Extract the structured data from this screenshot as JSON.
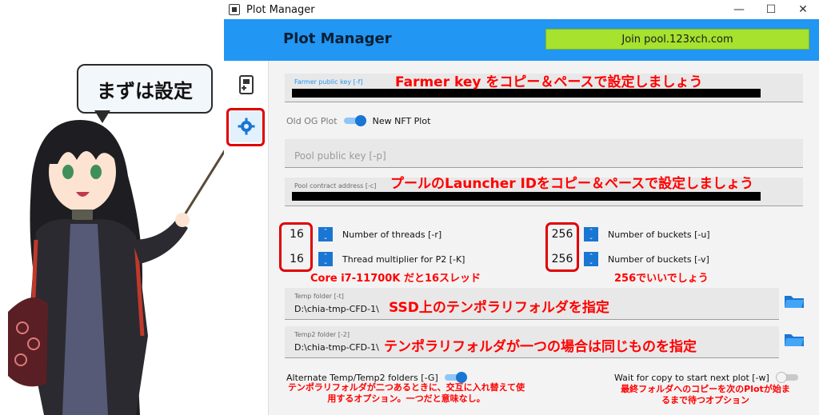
{
  "bubble": {
    "text": "まずは設定"
  },
  "window": {
    "title": "Plot Manager"
  },
  "header": {
    "title": "Plot Manager",
    "join_label": "Join pool.123xch.com"
  },
  "fields": {
    "farmer_key": {
      "label": "Farmer public key [-f]"
    },
    "pool_key": {
      "placeholder": "Pool public key [-p]"
    },
    "pool_contract": {
      "label": "Pool contract address [-c]"
    },
    "temp": {
      "label": "Temp folder [-t]",
      "value": "D:\\chia-tmp-CFD-1\\"
    },
    "temp2": {
      "label": "Temp2 folder [-2]",
      "value": "D:\\chia-tmp-CFD-1\\"
    }
  },
  "plot_switch": {
    "left_label": "Old OG Plot",
    "right_label": "New NFT Plot"
  },
  "numbers": {
    "threads": {
      "value": "16",
      "label": "Number of threads [-r]"
    },
    "multiplier": {
      "value": "16",
      "label": "Thread multiplier for P2 [-K]"
    },
    "buckets_u": {
      "value": "256",
      "label": "Number of buckets [-u]"
    },
    "buckets_v": {
      "value": "256",
      "label": "Number of buckets [-v]"
    }
  },
  "bottom": {
    "alternate_label": "Alternate Temp/Temp2 folders [-G]",
    "wait_label": "Wait for copy to start next plot [-w]"
  },
  "annotations": {
    "farmer": "Farmer key をコピー＆ペースで設定しましょう",
    "launcher": "プールのLauncher IDをコピー＆ペースで設定しましょう",
    "core": "Core i7-11700K だと16スレッド",
    "buckets": "256でいいでしょう",
    "ssd": "SSD上のテンポラリフォルダを指定",
    "temp2": "テンポラリフォルダが一つの場合は同じものを指定",
    "alternate": "テンポラリフォルダが二つあるときに、交互に入れ替えて使用するオプション。一つだと意味なし。",
    "wait": "最終フォルダへのコピーを次のPlotが始まるまで待つオプション"
  },
  "colors": {
    "accent": "#2196f3",
    "join": "#a6e22e",
    "annotation": "#ff0000"
  }
}
